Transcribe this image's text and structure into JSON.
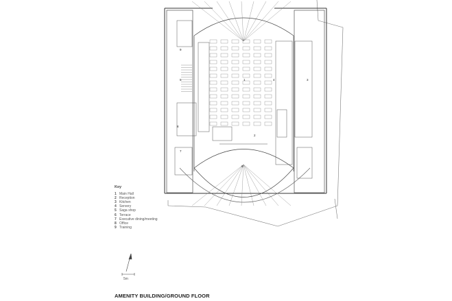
{
  "key": {
    "title": "Key",
    "items": [
      {
        "num": "1",
        "label": "Main Hall"
      },
      {
        "num": "2",
        "label": "Reception"
      },
      {
        "num": "3",
        "label": "Kitchen"
      },
      {
        "num": "4",
        "label": "Servery"
      },
      {
        "num": "5",
        "label": "Saga shop"
      },
      {
        "num": "6",
        "label": "Terrace"
      },
      {
        "num": "7",
        "label": "Executive dining/meeting"
      },
      {
        "num": "8",
        "label": "Office"
      },
      {
        "num": "9",
        "label": "Training"
      }
    ]
  },
  "scale": {
    "label": "5m"
  },
  "caption": "AMENITY BUILDING/GROUND FLOOR",
  "room_numbers": [
    "1",
    "2",
    "3",
    "4",
    "5",
    "6",
    "7",
    "8",
    "9"
  ],
  "colors": {
    "line": "#555555",
    "wall": "#333333",
    "ink": "#222222"
  }
}
